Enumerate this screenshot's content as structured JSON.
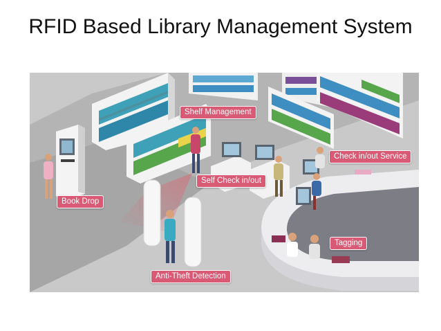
{
  "slide": {
    "title": "RFID Based Library Management System"
  },
  "labels": {
    "shelf_management": "Shelf Management",
    "check_in_out_service": "Check in/out Service",
    "self_check_in_out": "Self Check in/out",
    "book_drop": "Book Drop",
    "tagging": "Tagging",
    "anti_theft_detection": "Anti-Theft Detection"
  },
  "colors": {
    "callout": "#d95a74",
    "floor": "#c8c8c8",
    "walkway": "#a9a9a9",
    "counter": "#e9e9ec",
    "gate_arrow": "#e0606e"
  }
}
